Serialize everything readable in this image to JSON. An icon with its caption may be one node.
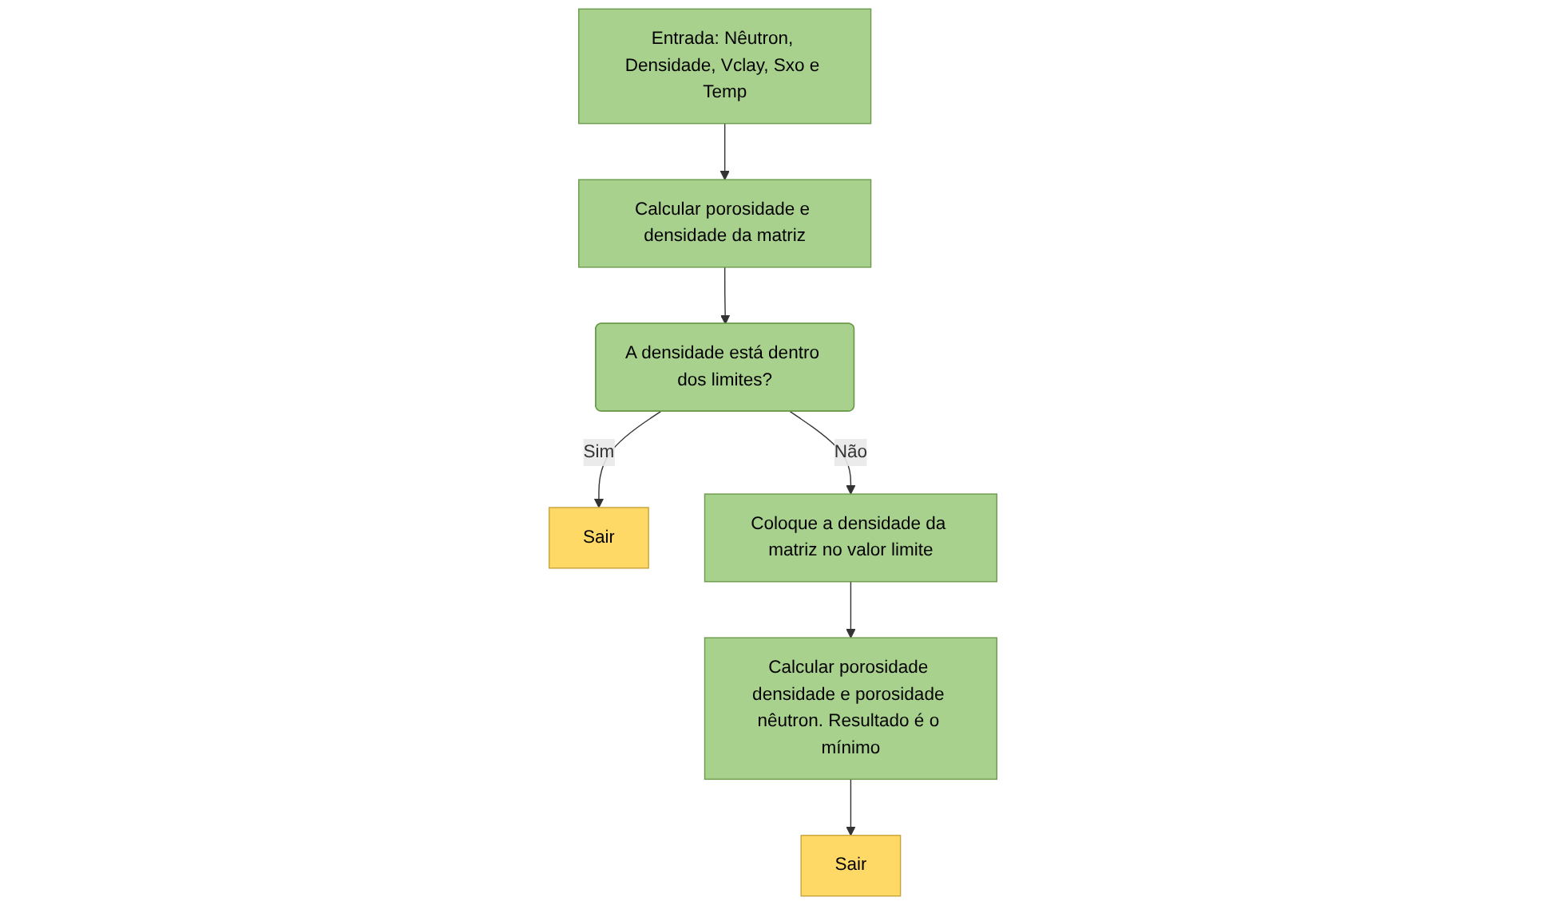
{
  "diagram": {
    "nodes": [
      {
        "text": [
          "Entrada: Nêutron, Densidade, Vclay, Sxo e Temp"
        ]
      },
      {
        "text": [
          "Calcular porosidade e densidade da matriz"
        ]
      },
      {
        "text": [
          "A densidade está dentro dos limites?"
        ]
      },
      {
        "text": [
          "Sair"
        ]
      },
      {
        "text": [
          "Coloque a densidade da matriz no valor limite"
        ]
      },
      {
        "text": [
          "Calcular porosidade densidade e porosidade nêutron. Resultado é o mínimo"
        ]
      },
      {
        "text": [
          "Sair"
        ]
      }
    ],
    "edges": [
      {
        "from": 0,
        "to": 1,
        "arrow": "to"
      },
      {
        "from": 1,
        "to": 2,
        "arrow": "to"
      },
      {
        "from": 2,
        "to": 3,
        "label": "Sim",
        "arrow": "to"
      },
      {
        "from": 2,
        "to": 4,
        "label": "Não",
        "arrow": "to"
      },
      {
        "from": 4,
        "to": 5,
        "arrow": "to"
      },
      {
        "from": 5,
        "to": 6,
        "arrow": "to"
      }
    ]
  }
}
